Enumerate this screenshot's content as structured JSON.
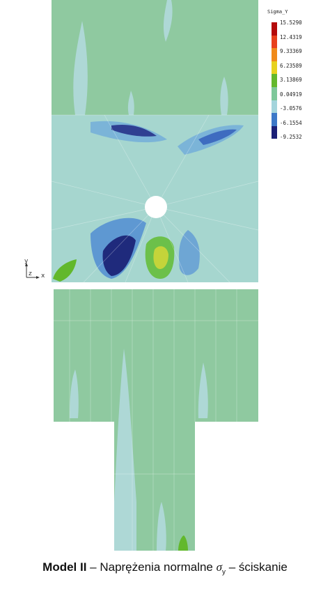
{
  "legend": {
    "title": "Sigma_Y",
    "values": [
      "15.5290",
      "12.4319",
      "9.33369",
      "6.23589",
      "3.13869",
      "0.04919",
      "-3.0576",
      "-6.1554",
      "-9.2532"
    ],
    "colors": [
      "#b40a0a",
      "#e8401c",
      "#f08a1a",
      "#e7d21e",
      "#62b82c",
      "#7ec89a",
      "#a3d4dc",
      "#3c78c8",
      "#1c2078"
    ]
  },
  "axes": {
    "y": "y",
    "z": "z",
    "x": "x"
  },
  "caption": {
    "bold": "Model II",
    "text_before": " – Naprężenia normalne ",
    "symbol": "σ",
    "subscript": "y",
    "text_after": " – ściskanie"
  }
}
